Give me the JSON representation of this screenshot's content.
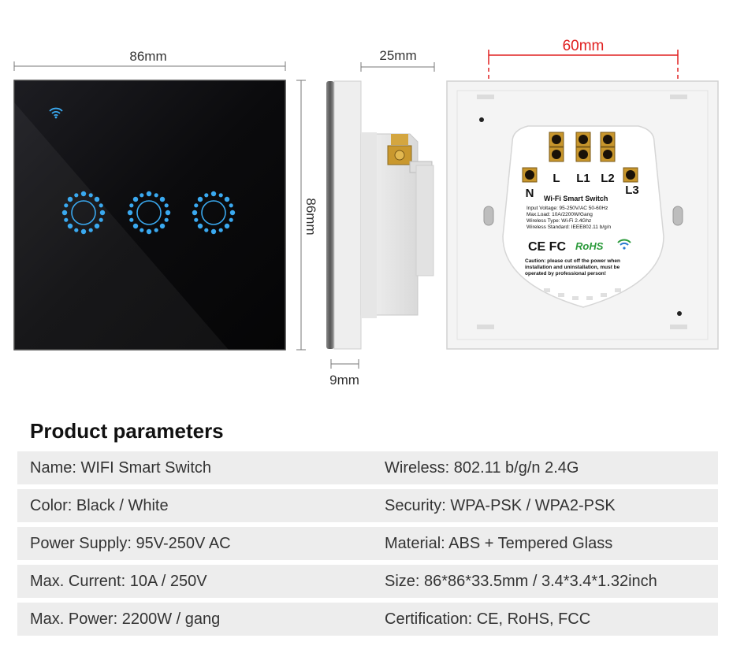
{
  "dimensions": {
    "front_width": "86mm",
    "front_height": "86mm",
    "side_depth": "25mm",
    "side_glass": "9mm",
    "back_spacing": "60mm"
  },
  "back_label": {
    "terminals": [
      "L",
      "L1",
      "L2",
      "L3",
      "N"
    ],
    "product": "Wi-Fi  Smart  Switch",
    "spec_lines": [
      "Input Voltage: 95-250V/AC 50-60Hz",
      "Max.Load: 10A/2200W/Gang",
      "Wireless Type: Wi-Fi 2.4Ghz",
      "Wireless Standard: IEEE802.11 b/g/n"
    ],
    "cert_marks": "CE FC",
    "rohs": "RoHS",
    "caution_lines": [
      "Caution: please cut off the power when",
      "installation and uninstallation, must be",
      "operated by professional person!"
    ]
  },
  "params": {
    "title": "Product parameters",
    "rows": [
      {
        "left": "Name: WIFI Smart Switch",
        "right": "Wireless: 802.11 b/g/n 2.4G"
      },
      {
        "left": "Color: Black / White",
        "right": "Security: WPA-PSK / WPA2-PSK"
      },
      {
        "left": "Power Supply: 95V-250V AC",
        "right": "Material: ABS + Tempered Glass"
      },
      {
        "left": "Max. Current: 10A / 250V",
        "right": "Size: 86*86*33.5mm / 3.4*3.4*1.32inch"
      },
      {
        "left": "Max. Power: 2200W / gang",
        "right": "Certification: CE, RoHS, FCC"
      }
    ]
  },
  "colors": {
    "panel_black": "#0b0b0d",
    "touch_blue": "#3aa9f0",
    "dimension_red": "#e02020",
    "row_bg": "#ededed"
  }
}
